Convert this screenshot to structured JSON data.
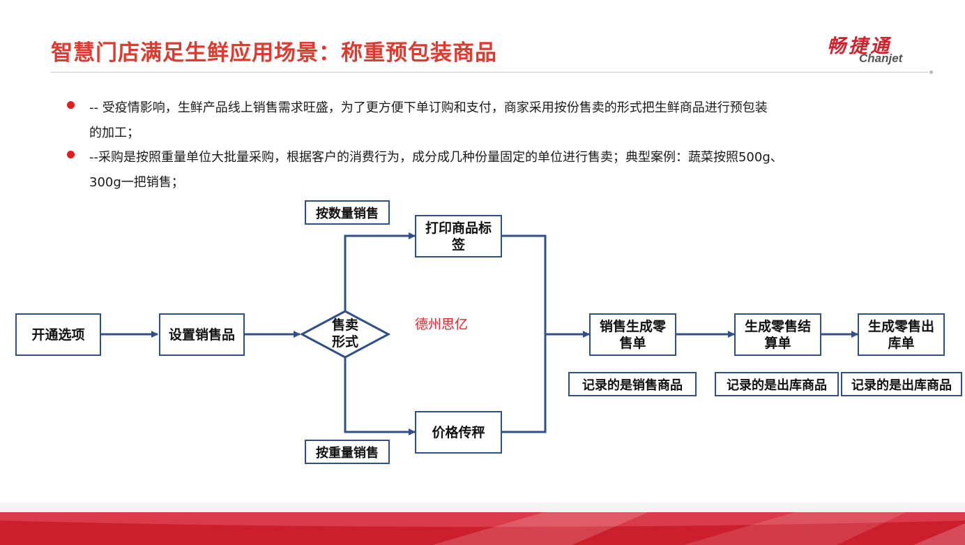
{
  "header": {
    "title": "智慧门店满足生鲜应用场景：称重预包装商品",
    "logo_cn": "畅捷通",
    "logo_en": "Chanjet"
  },
  "bullets": [
    {
      "line1": "-- 受疫情影响，生鲜产品线上销售需求旺盛，为了更方便下单订购和支付，商家采用按份售卖的形式把生鲜商品进行预包装",
      "line2": "的加工；"
    },
    {
      "line1": "--采购是按照重量单位大批量采购，根据客户的消费行为，成分成几种份量固定的单位进行售卖；典型案例：蔬菜按照500g、",
      "line2": "300g一把销售；"
    }
  ],
  "flow": {
    "open_option": "开通选项",
    "set_sales_item": "设置销售品",
    "sale_form_line1": "售卖",
    "sale_form_line2": "形式",
    "by_quantity": "按数量销售",
    "print_label_line1": "打印商品标",
    "print_label_line2": "签",
    "by_weight": "按重量销售",
    "price_scale": "价格传秤",
    "retail_order_line1": "销售生成零",
    "retail_order_line2": "售单",
    "settlement_line1": "生成零售结",
    "settlement_line2": "算单",
    "outbound_line1": "生成零售出",
    "outbound_line2": "库单",
    "note_retail": "记录的是销售商品",
    "note_settlement": "记录的是出库商品",
    "note_outbound": "记录的是出库商品"
  },
  "watermark": "德州思亿",
  "colors": {
    "title": "#e03a2e",
    "brand_red": "#d4202b",
    "bullet": "#e01e1e",
    "flow_line": "#2f4f8a",
    "watermark": "#e0262b",
    "footer": "#cc1f2d"
  }
}
